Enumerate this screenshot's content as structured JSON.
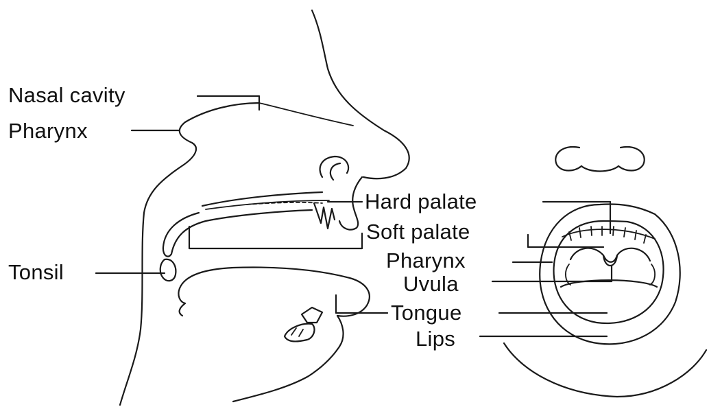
{
  "labels": {
    "nasal_cavity": "Nasal cavity",
    "pharynx_left": "Pharynx",
    "tonsil": "Tonsil",
    "hard_palate": "Hard palate",
    "soft_palate": "Soft palate",
    "pharynx_right": "Pharynx",
    "uvula": "Uvula",
    "tongue": "Tongue",
    "lips": "Lips"
  },
  "colors": {
    "line": "#1a1a1a",
    "text": "#111111",
    "background": "#ffffff"
  }
}
